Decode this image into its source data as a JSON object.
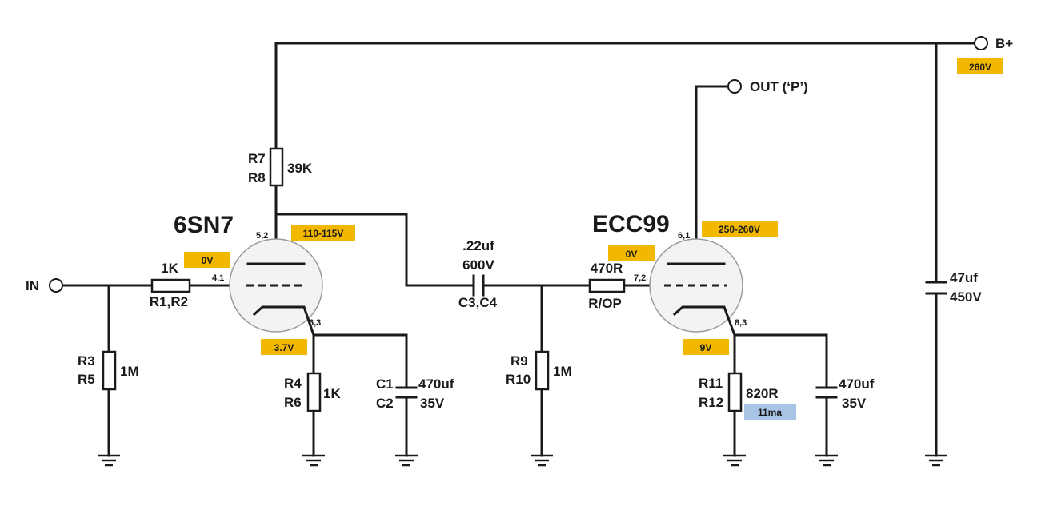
{
  "tubes": {
    "v1_name": "6SN7",
    "v2_name": "ECC99"
  },
  "terminals": {
    "input": "IN",
    "output": "OUT (‘P’)",
    "supply": "B+"
  },
  "voltages": {
    "bplus": "260V",
    "v1_grid": "0V",
    "v1_plate": "110-115V",
    "v1_cathode": "3.7V",
    "v2_grid": "0V",
    "v2_plate": "250-260V",
    "v2_cathode": "9V"
  },
  "current": {
    "v2_cathode_current": "11ma"
  },
  "pins": {
    "v1_grid": "4,1",
    "v1_plate": "5,2",
    "v1_cathode": "6,3",
    "v2_grid": "7,2",
    "v2_plate": "6,1",
    "v2_cathode": "8,3"
  },
  "components": {
    "r1_value": "1K",
    "r1_ref": "R1,R2",
    "r3_ref_a": "R3",
    "r3_ref_b": "R5",
    "r3_value": "1M",
    "r7_ref_a": "R7",
    "r7_ref_b": "R8",
    "r7_value": "39K",
    "r4_ref_a": "R4",
    "r4_ref_b": "R6",
    "r4_value": "1K",
    "c1_ref_a": "C1",
    "c1_ref_b": "C2",
    "c1_value": "470uf",
    "c1_voltage": "35V",
    "c3_value": ".22uf",
    "c3_voltage": "600V",
    "c3_ref": "C3,C4",
    "r9_ref_a": "R9",
    "r9_ref_b": "R10",
    "r9_value": "1M",
    "rop_value": "470R",
    "rop_ref": "R/OP",
    "r11_ref_a": "R11",
    "r11_ref_b": "R12",
    "r11_value": "820R",
    "c5_value": "470uf",
    "c5_voltage": "35V",
    "c6_value": "47uf",
    "c6_voltage": "450V"
  },
  "colors": {
    "voltage_tag": "#f2b800",
    "current_tag": "#a9c4e4",
    "wire": "#1a1a1a"
  }
}
